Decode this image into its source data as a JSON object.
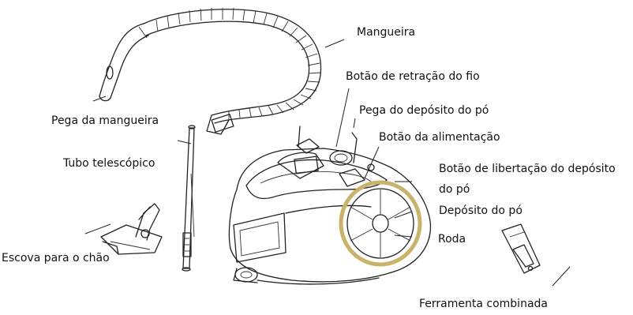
{
  "labels": {
    "hose": "Mangueira",
    "cord_rewind_button": "Botão de retração do fio",
    "dust_container_handle": "Pega do depósito do pó",
    "hose_handle": "Pega da mangueira",
    "power_button": "Botão da alimentação",
    "telescopic_tube": "Tubo telescópico",
    "dust_release_button_line1": "Botão de libertação do depósito",
    "dust_release_button_line2": "do pó",
    "dust_container": "Depósito do pó",
    "floor_brush": "Escova para o chão",
    "wheel": "Roda",
    "combination_tool": "Ferramenta combinada"
  },
  "colors": {
    "accent_ring": "#c9b36a",
    "line": "#222222"
  }
}
